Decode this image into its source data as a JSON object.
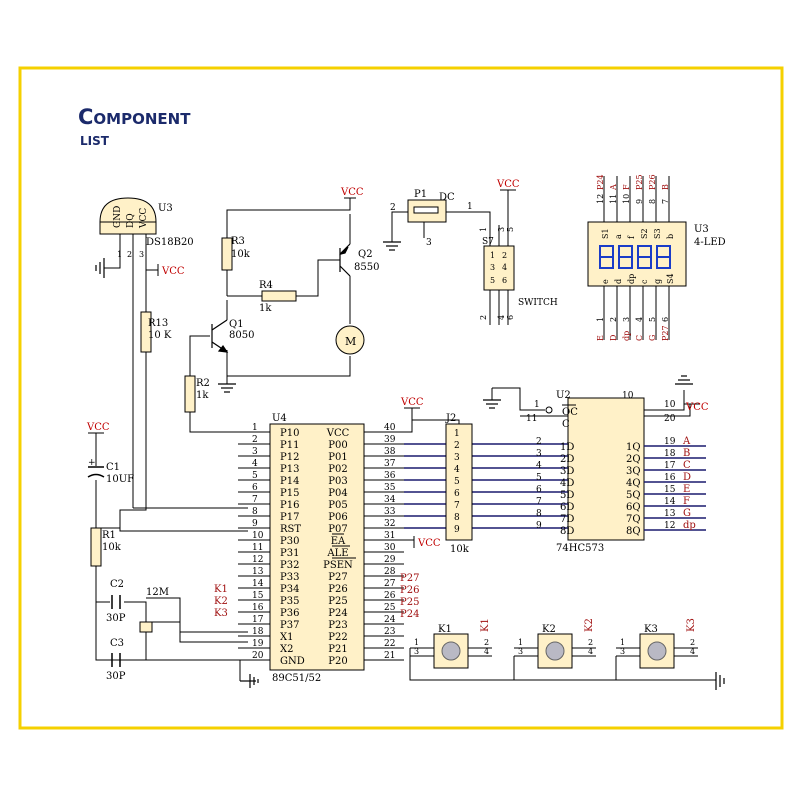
{
  "title": {
    "line1": "Component",
    "line2": "list"
  },
  "colors": {
    "frame": "#f5d000",
    "chip_fill": "#fff1c8",
    "wire": "#1a1a6e",
    "red_label": "#a01010",
    "line": "#000000"
  },
  "parts": {
    "u3": {
      "ref": "U3",
      "name": "DS18B20",
      "pins": [
        "GND",
        "DQ",
        "VCC"
      ],
      "pin_nums": [
        "1",
        "2",
        "3"
      ]
    },
    "vcc": "VCC",
    "r3": {
      "ref": "R3",
      "val": "10k"
    },
    "r4": {
      "ref": "R4",
      "val": "1k"
    },
    "r2": {
      "ref": "R2",
      "val": "1k"
    },
    "r13": {
      "ref": "R13",
      "val": "10 K"
    },
    "r1": {
      "ref": "R1",
      "val": "10k"
    },
    "q1": {
      "ref": "Q1",
      "val": "8050"
    },
    "q2": {
      "ref": "Q2",
      "val": "8550"
    },
    "motor": "M",
    "p1": {
      "ref": "P1",
      "val": "DC",
      "pins": [
        "2",
        "1",
        "3"
      ]
    },
    "s7": {
      "ref": "S7",
      "val": "SWITCH",
      "top_pins": [
        "1",
        "3",
        "5"
      ],
      "bot_pins": [
        "2",
        "4",
        "6"
      ],
      "inner": [
        "1",
        "2",
        "3",
        "4",
        "5",
        "6"
      ]
    },
    "led": {
      "ref": "U3",
      "val": "4-LED",
      "top_nums": [
        "12",
        "11",
        "10",
        "9",
        "8",
        "7"
      ],
      "top_labels": [
        "P24",
        "A",
        "F",
        "P25",
        "P26",
        "B"
      ],
      "top_inner": [
        "S1",
        "a",
        "f",
        "S2",
        "S3",
        "b"
      ],
      "bot_inner": [
        "e",
        "d",
        "dp",
        "c",
        "g",
        "S4"
      ],
      "bot_nums": [
        "1",
        "2",
        "3",
        "4",
        "5",
        "6"
      ],
      "bot_labels": [
        "E",
        "D",
        "dp",
        "C",
        "G",
        "P27"
      ]
    },
    "u4": {
      "ref": "U4",
      "name": "89C51/52",
      "left_pins": [
        "P10",
        "P11",
        "P12",
        "P13",
        "P14",
        "P15",
        "P16",
        "P17",
        "RST",
        "P30",
        "P31",
        "P32",
        "P33",
        "P34",
        "P35",
        "P36",
        "P37",
        "X1",
        "X2",
        "GND"
      ],
      "left_nums": [
        "1",
        "2",
        "3",
        "4",
        "5",
        "6",
        "7",
        "8",
        "9",
        "10",
        "11",
        "12",
        "13",
        "14",
        "15",
        "16",
        "17",
        "18",
        "19",
        "20"
      ],
      "right_pins": [
        "VCC",
        "P00",
        "P01",
        "P02",
        "P03",
        "P04",
        "P05",
        "P06",
        "P07",
        "EA",
        "ALE",
        "PSEN",
        "P27",
        "P26",
        "P25",
        "P24",
        "P23",
        "P22",
        "P21",
        "P20"
      ],
      "right_nums": [
        "40",
        "39",
        "38",
        "37",
        "36",
        "35",
        "34",
        "33",
        "32",
        "31",
        "30",
        "29",
        "28",
        "27",
        "26",
        "25",
        "24",
        "23",
        "22",
        "21"
      ],
      "k_labels": [
        "K1",
        "K2",
        "K3"
      ],
      "port2_labels": [
        "P27",
        "P26",
        "P25",
        "P24"
      ]
    },
    "j2": {
      "ref": "J2",
      "val": "10k",
      "pins": [
        "1",
        "2",
        "3",
        "4",
        "5",
        "6",
        "7",
        "8",
        "9"
      ]
    },
    "u2": {
      "ref": "U2",
      "name": "74HC573",
      "pin_top_left": "1",
      "pin_top_right": "10",
      "oc": "OC",
      "c": "C",
      "oc_num": "1",
      "c_num": "11",
      "gnd_num": "10",
      "vcc_num": "20",
      "d_pins": [
        "1D",
        "2D",
        "3D",
        "4D",
        "5D",
        "6D",
        "7D",
        "8D"
      ],
      "d_nums": [
        "2",
        "3",
        "4",
        "5",
        "6",
        "7",
        "8",
        "9"
      ],
      "q_pins": [
        "1Q",
        "2Q",
        "3Q",
        "4Q",
        "5Q",
        "6Q",
        "7Q",
        "8Q"
      ],
      "q_nums": [
        "19",
        "18",
        "17",
        "16",
        "15",
        "14",
        "13",
        "12"
      ],
      "q_labels": [
        "A",
        "B",
        "C",
        "D",
        "E",
        "F",
        "G",
        "dp"
      ]
    },
    "c1": {
      "ref": "C1",
      "val": "10UF"
    },
    "c2": {
      "ref": "C2",
      "val": "30P"
    },
    "c3": {
      "ref": "C3",
      "val": "30P"
    },
    "y1": {
      "ref": "12M",
      "val": "12M"
    },
    "keys": [
      {
        "ref": "K1"
      },
      {
        "ref": "K2"
      },
      {
        "ref": "K3"
      }
    ],
    "key_pins": [
      "1",
      "2",
      "3",
      "4"
    ]
  }
}
